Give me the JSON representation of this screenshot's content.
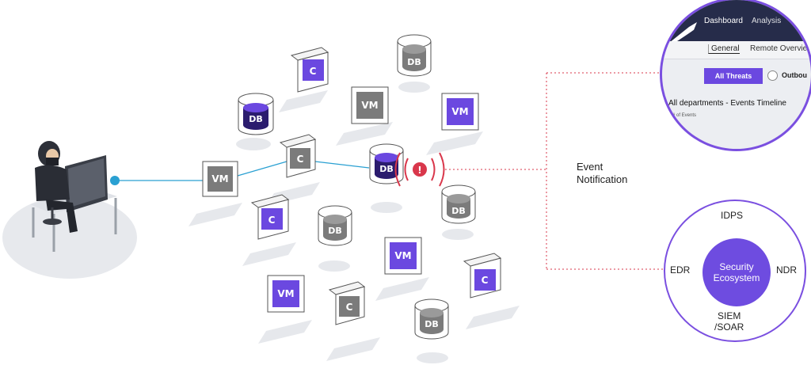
{
  "colors": {
    "purple": "#6b48e0",
    "gray": "#7b7b7b",
    "navy": "#2b1c6e",
    "alert": "#d9374b",
    "link": "#2aa0d2"
  },
  "nodes": {
    "vm": "VM",
    "db": "DB",
    "c": "C"
  },
  "dashboard": {
    "nav_dashboard": "Dashboard",
    "nav_analysis": "Analysis",
    "tab_general": "General",
    "tab_remote": "Remote Overvie",
    "all_threats": "All Threats",
    "outbound": "Outbou",
    "title": "All departments - Events Timeline",
    "subtitle": "# of Events"
  },
  "event_notification": "Event\nNotification",
  "ecosystem": {
    "center": "Security Ecosystem",
    "idps": "IDPS",
    "edr": "EDR",
    "ndr": "NDR",
    "siem": "SIEM\n/SOAR"
  },
  "alert_icon": "alert-exclamation-icon"
}
